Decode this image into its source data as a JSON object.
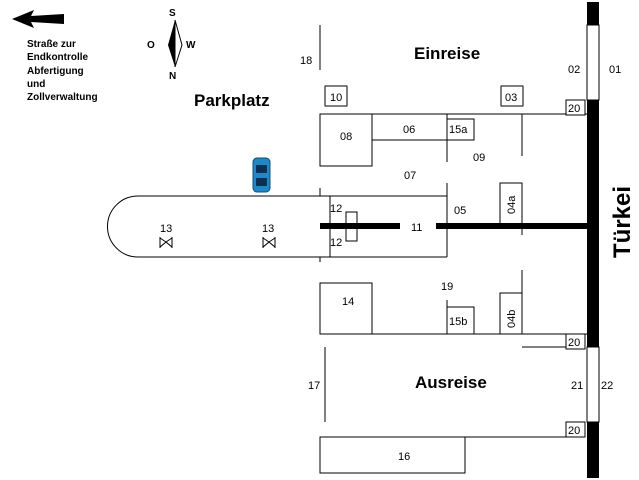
{
  "direction_note": {
    "line1": "Straße zur",
    "line2": "Endkontrolle",
    "line3": "Abfertigung",
    "line4": "und",
    "line5": "Zollverwaltung"
  },
  "compass": {
    "north": "N",
    "south": "S",
    "west": "W",
    "east": "O"
  },
  "areas": {
    "parkplatz": "Parkplatz",
    "einreise": "Einreise",
    "ausreise": "Ausreise",
    "tuerkei": "Türkei"
  },
  "labels": {
    "l01": "01",
    "l02": "02",
    "l03": "03",
    "l04a": "04a",
    "l04b": "04b",
    "l05": "05",
    "l06": "06",
    "l07": "07",
    "l08": "08",
    "l09": "09",
    "l10": "10",
    "l11": "11",
    "l12a": "12",
    "l12b": "12",
    "l13a": "13",
    "l13b": "13",
    "l14": "14",
    "l15a": "15a",
    "l15b": "15b",
    "l16": "16",
    "l17": "17",
    "l18": "18",
    "l19": "19",
    "l20a": "20",
    "l20b": "20",
    "l20c": "20",
    "l21": "21",
    "l22": "22"
  },
  "colors": {
    "car": "#1e88c8",
    "line": "#000000",
    "background": "#ffffff"
  }
}
